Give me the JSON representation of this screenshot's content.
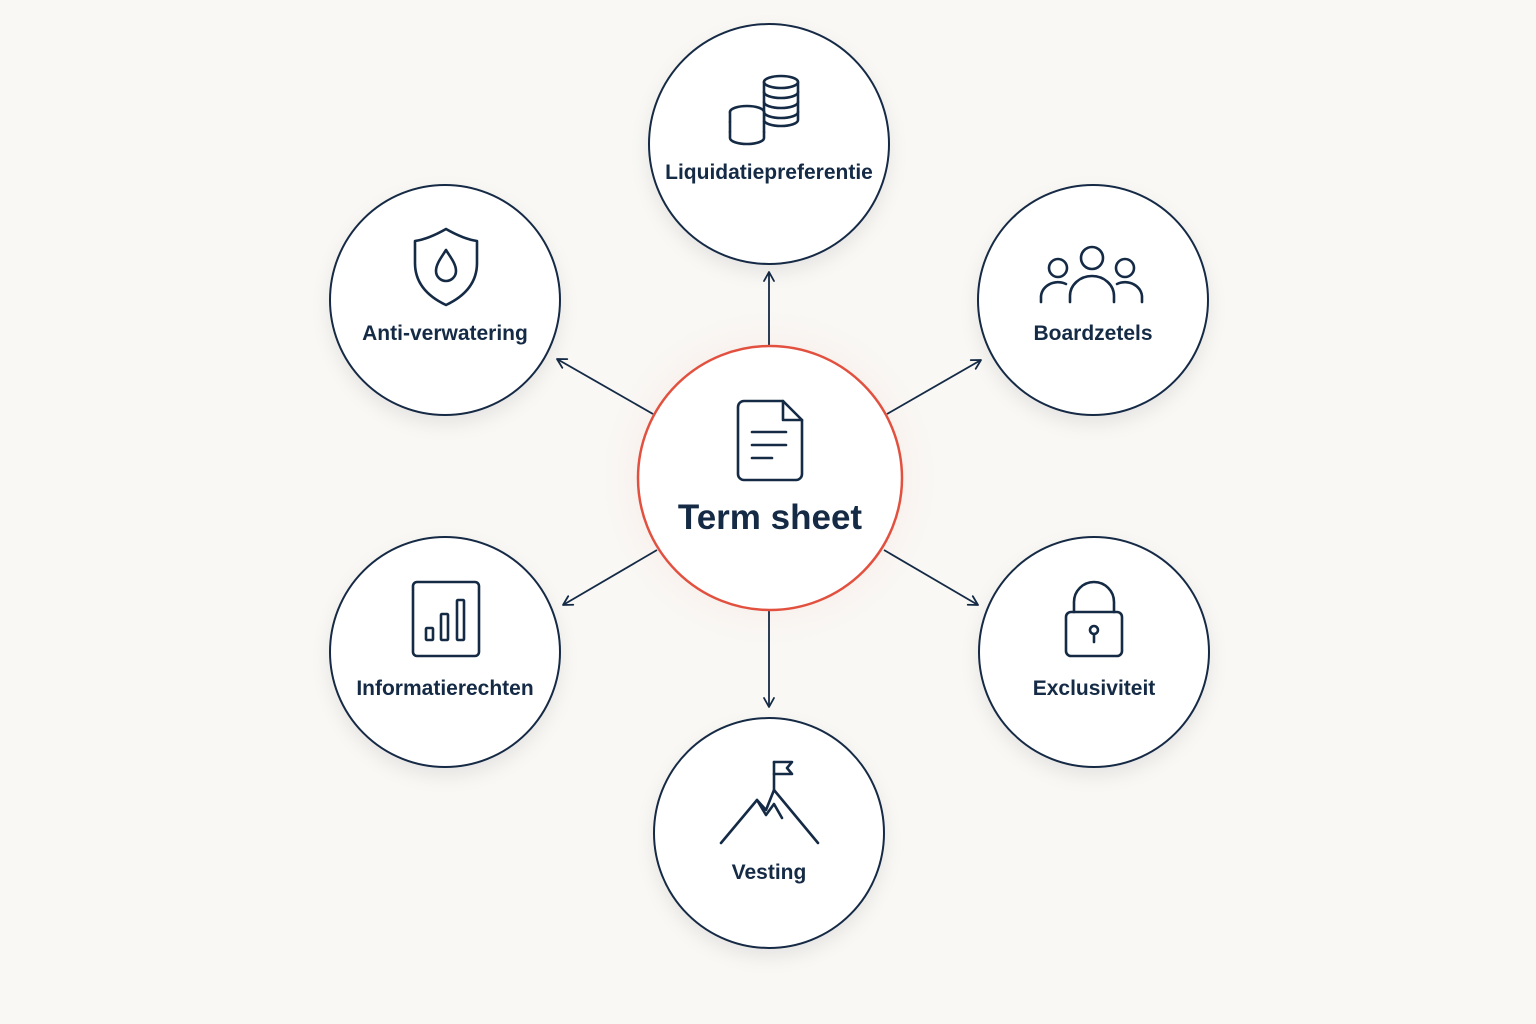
{
  "center": {
    "label": "Term sheet",
    "icon": "document-icon",
    "accent_color": "#e2513f"
  },
  "nodes": [
    {
      "id": "liquidatiepreferentie",
      "label": "Liquidatiepreferentie",
      "icon": "coins-icon"
    },
    {
      "id": "boardzetels",
      "label": "Boardzetels",
      "icon": "people-icon"
    },
    {
      "id": "exclusiviteit",
      "label": "Exclusiviteit",
      "icon": "lock-icon"
    },
    {
      "id": "vesting",
      "label": "Vesting",
      "icon": "mountain-flag-icon"
    },
    {
      "id": "informatierechten",
      "label": "Informatierechten",
      "icon": "bar-chart-icon"
    },
    {
      "id": "anti-verwatering",
      "label": "Anti-verwatering",
      "icon": "shield-drop-icon"
    }
  ],
  "colors": {
    "ink": "#142a45",
    "background": "#f9f8f5",
    "accent": "#e2513f"
  }
}
